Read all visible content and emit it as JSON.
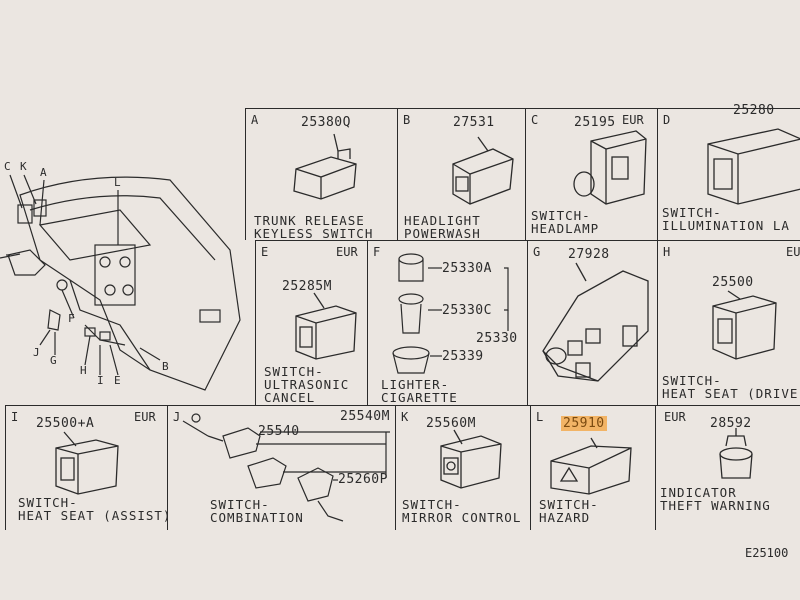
{
  "dashboard": {
    "callouts": [
      "C",
      "K",
      "A",
      "L",
      "F",
      "J",
      "G",
      "H",
      "I",
      "E",
      "B"
    ]
  },
  "cells": {
    "A": {
      "letter": "A",
      "part": "25380Q",
      "caption": [
        "TRUNK RELEASE",
        "KEYLESS SWITCH"
      ]
    },
    "B": {
      "letter": "B",
      "part": "27531",
      "caption": [
        "HEADLIGHT",
        "POWERWASH"
      ]
    },
    "C": {
      "letter": "C",
      "part": "25195",
      "eur": "EUR",
      "caption": [
        "SWITCH-",
        "HEADLAMP"
      ]
    },
    "D": {
      "letter": "D",
      "part": "25280",
      "caption": [
        "SWITCH-",
        "ILLUMINATION LA"
      ]
    },
    "E": {
      "letter": "E",
      "part": "25285M",
      "eur": "EUR",
      "caption": [
        "SWITCH-",
        "ULTRASONIC",
        "CANCEL"
      ]
    },
    "F": {
      "letter": "F",
      "parts": [
        "25330A",
        "25330C",
        "25330",
        "25339"
      ],
      "caption": [
        "LIGHTER-",
        "CIGARETTE"
      ]
    },
    "G": {
      "letter": "G",
      "part": "27928"
    },
    "H": {
      "letter": "H",
      "part": "25500",
      "eur": "EUR",
      "caption": [
        "SWITCH-",
        "HEAT SEAT (DRIVE"
      ]
    },
    "I": {
      "letter": "I",
      "part": "25500+A",
      "eur": "EUR",
      "caption": [
        "SWITCH-",
        "HEAT SEAT (ASSIST)"
      ]
    },
    "J": {
      "letter": "J",
      "parts": [
        "25540M",
        "25540",
        "25260P"
      ],
      "caption": [
        "SWITCH-",
        "COMBINATION"
      ]
    },
    "K": {
      "letter": "K",
      "part": "25560M",
      "caption": [
        "SWITCH-",
        "MIRROR CONTROL"
      ]
    },
    "L": {
      "letter": "L",
      "part": "25910",
      "caption": [
        "SWITCH-",
        "HAZARD"
      ]
    },
    "M": {
      "eur": "EUR",
      "part": "28592",
      "caption": [
        "INDICATOR",
        "THEFT WARNING"
      ]
    }
  },
  "footer_code": "E25100",
  "colors": {
    "paper": "#ebe6e1",
    "ink": "#2b2b2b",
    "highlight": "#f2b466"
  }
}
